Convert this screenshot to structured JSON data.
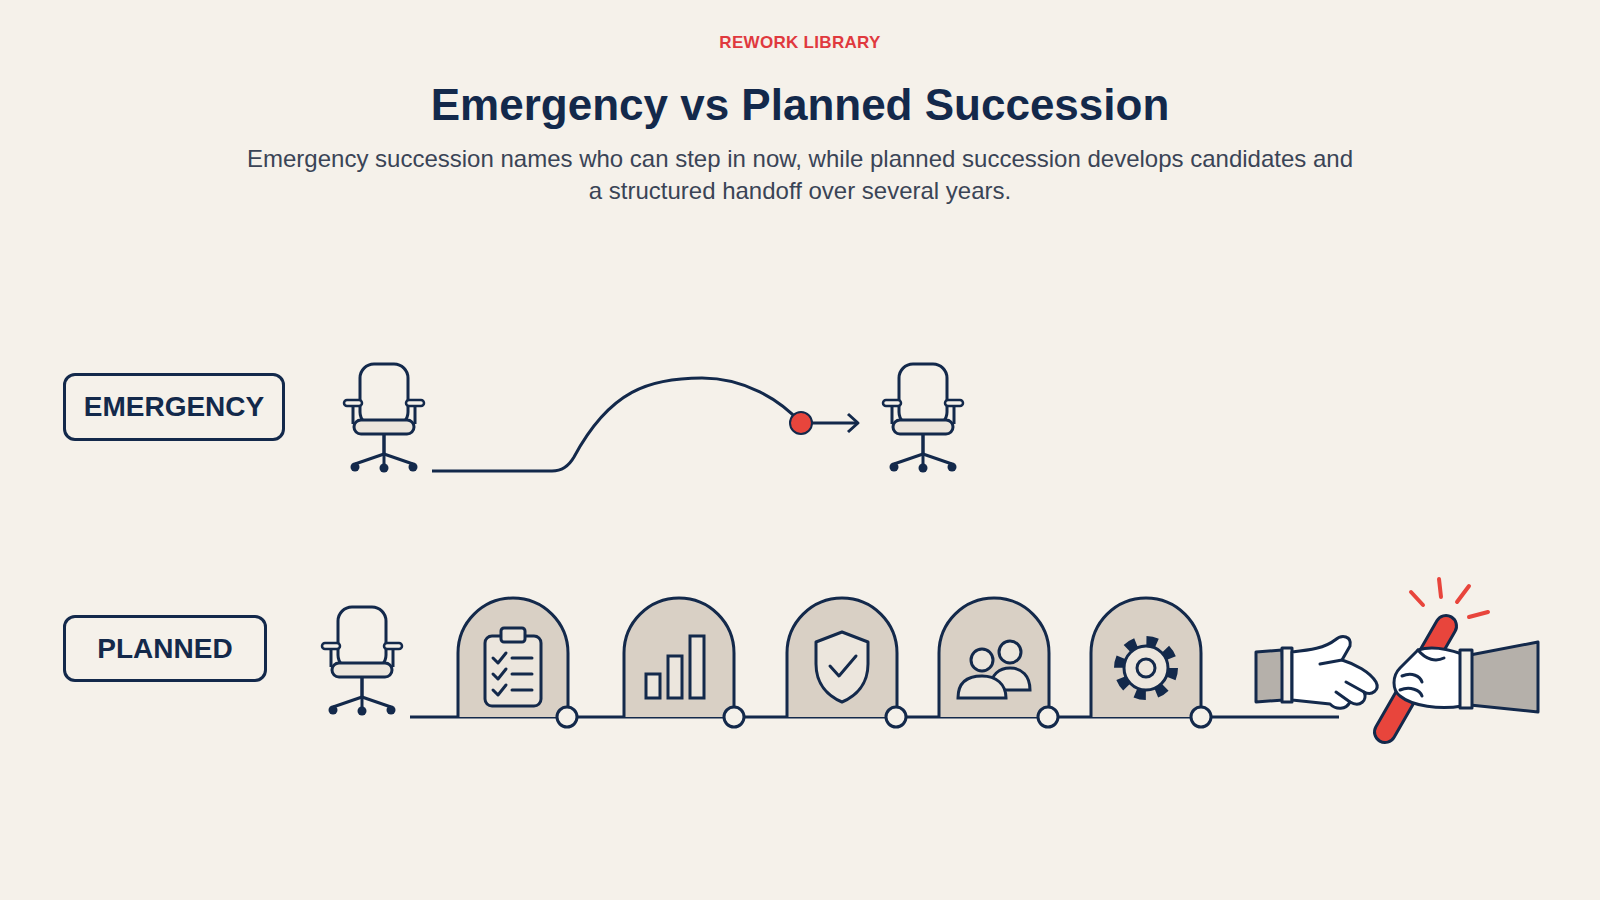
{
  "diagram": {
    "title": "Emergency vs Planned Succession",
    "caption": "Emergency succession names who can step in now, while planned succession develops candidates and a structured handoff over several years.",
    "nodes": [
      {
        "text": [
          "EMERGENCY"
        ]
      },
      {
        "text": [
          "PLANNED"
        ]
      }
    ],
    "labels": [
      "REWORK LIBRARY"
    ]
  }
}
